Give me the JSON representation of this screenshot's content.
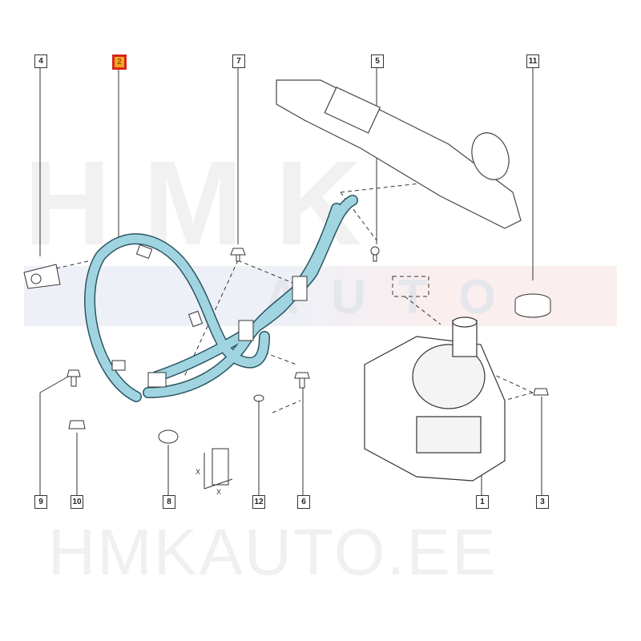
{
  "watermark": {
    "top": "HMK",
    "band": "AUTO",
    "bottom": "HMKAUTO.EE"
  },
  "callouts": {
    "c4": "4",
    "c2": "2",
    "c7": "7",
    "c5": "5",
    "c11": "11",
    "c9": "9",
    "c10": "10",
    "c8": "8",
    "c12": "12",
    "c6": "6",
    "c1": "1",
    "c3": "3"
  },
  "highlighted_part": "2",
  "colors": {
    "hose": "#9fd4e0",
    "highlight_fill": "#f5a623",
    "highlight_border": "#d9261c",
    "line": "#333333"
  },
  "dimension_labels": {
    "x1": "X",
    "x2": "X"
  }
}
